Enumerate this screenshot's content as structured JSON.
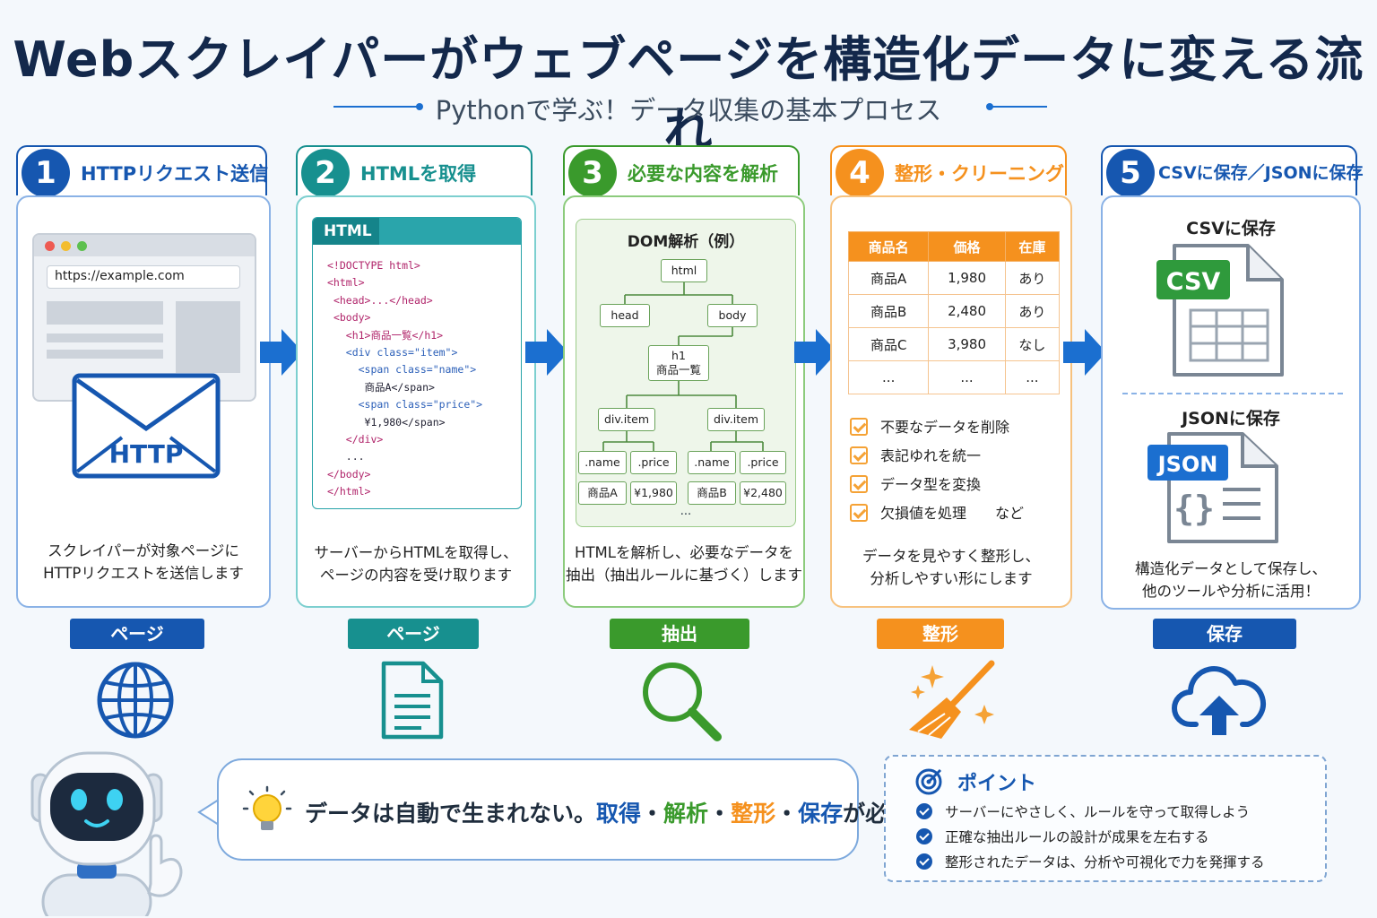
{
  "title": "Webスクレイパーがウェブページを構造化データに変える流れ",
  "subtitle": "Pythonで学ぶ！データ収集の基本プロセス",
  "colors": {
    "blue": "#1657b0",
    "teal": "#17908f",
    "green": "#3a9a2c",
    "orange": "#f5911e",
    "navy": "#13284b"
  },
  "steps": [
    {
      "num": "1",
      "title": "HTTPリクエスト送信",
      "desc1": "スクレイパーが対象ページに",
      "desc2": "HTTPリクエストを送信します",
      "label": "ページ",
      "icon": "globe-icon"
    },
    {
      "num": "2",
      "title": "HTMLを取得",
      "desc1": "サーバーからHTMLを取得し、",
      "desc2": "ページの内容を受け取ります",
      "label": "ページ",
      "icon": "document-icon"
    },
    {
      "num": "3",
      "title": "必要な内容を解析",
      "desc1": "HTMLを解析し、必要なデータを",
      "desc2": "抽出（抽出ルールに基づく）します",
      "label": "抽出",
      "icon": "magnifier-icon"
    },
    {
      "num": "4",
      "title": "整形・クリーニング",
      "desc1": "データを見やすく整形し、",
      "desc2": "分析しやすい形にします",
      "label": "整形",
      "icon": "broom-icon"
    },
    {
      "num": "5",
      "title": "CSVに保存／JSONに保存",
      "desc1": "構造化データとして保存し、",
      "desc2": "他のツールや分析に活用！",
      "label": "保存",
      "icon": "cloud-upload-icon"
    }
  ],
  "browser": {
    "url": "https://example.com",
    "envelope_label": "HTTP"
  },
  "code": {
    "tab": "HTML",
    "lines": [
      "<!DOCTYPE html>",
      "<html>",
      "<head>...</head>",
      "<body>",
      "<h1>商品一覧</h1>",
      "<div class=\"item\">",
      "<span class=\"name\">",
      "商品A</span>",
      "<span class=\"price\">",
      "¥1,980</span>",
      "</div>",
      "...",
      "</body>",
      "</html>"
    ]
  },
  "dom": {
    "title": "DOM解析（例）",
    "html": "html",
    "head": "head",
    "body": "body",
    "h1": "h1",
    "h1_text": "商品一覧",
    "div1": "div.item",
    "div2": "div.item",
    "name1": ".name",
    "price1": ".price",
    "name2": ".name",
    "price2": ".price",
    "v_name1": "商品A",
    "v_price1": "¥1,980",
    "v_name2": "商品B",
    "v_price2": "¥2,480",
    "more": "..."
  },
  "table": {
    "headers": [
      "商品名",
      "価格",
      "在庫"
    ],
    "rows": [
      [
        "商品A",
        "1,980",
        "あり"
      ],
      [
        "商品B",
        "2,480",
        "あり"
      ],
      [
        "商品C",
        "3,980",
        "なし"
      ],
      [
        "...",
        "...",
        "..."
      ]
    ]
  },
  "cleaning": [
    "不要なデータを削除",
    "表記ゆれを統一",
    "データ型を変換",
    "欠損値を処理　　など"
  ],
  "save": {
    "csv_title": "CSVに保存",
    "csv_badge": "CSV",
    "json_title": "JSONに保存",
    "json_badge": "JSON"
  },
  "bubble": {
    "text1": "データは自動で生まれない。",
    "w1": "取得",
    "dot1": "・",
    "w2": "解析",
    "dot2": "・",
    "w3": "整形",
    "dot3": "・",
    "w4": "保存",
    "text2": "が必要"
  },
  "point": {
    "title": "ポイント",
    "items": [
      "サーバーにやさしく、ルールを守って取得しよう",
      "正確な抽出ルールの設計が成果を左右する",
      "整形されたデータは、分析や可視化で力を発揮する"
    ]
  }
}
